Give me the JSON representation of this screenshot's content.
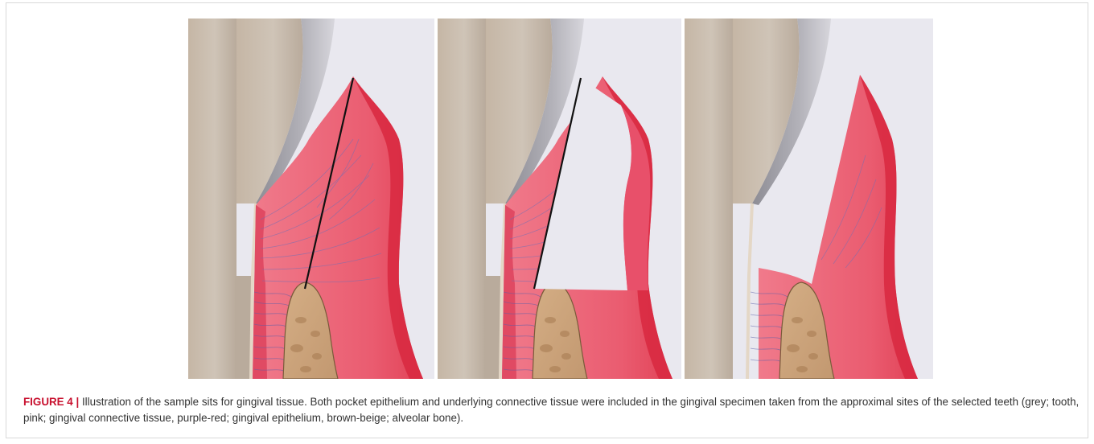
{
  "figure": {
    "label": "FIGURE 4",
    "separator": " | ",
    "caption": "Illustration of the sample sits for gingival tissue. Both pocket epithelium and underlying connective tissue were included in the gingival specimen taken from the approximal sites of the selected teeth (grey; tooth, pink; gingival connective tissue, purple-red; gingival epithelium, brown-beige; alveolar bone).",
    "panels": [
      {
        "stage": "incision line marked through gingiva",
        "tissue_removed": false
      },
      {
        "stage": "gingival specimen separated",
        "tissue_removed": false
      },
      {
        "stage": "specimen removed",
        "tissue_removed": true
      }
    ],
    "colors": {
      "tooth": "#c8bcae",
      "enamel": "#9b9aa1",
      "connective_tissue": "#ea5f73",
      "epithelium": "#d8283f",
      "bone": "#caa279",
      "background": "#e9e8ef"
    }
  }
}
